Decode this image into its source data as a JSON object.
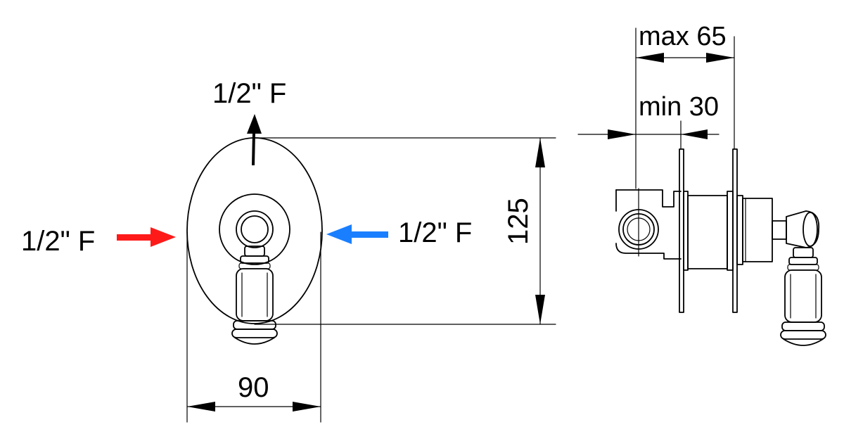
{
  "labels": {
    "outlet_top": "1/2\" F",
    "inlet_hot": "1/2\" F",
    "inlet_cold": "1/2\" F",
    "height_dim": "125",
    "width_dim": "90",
    "max_depth": "max 65",
    "min_depth": "min 30"
  },
  "colors": {
    "hot_arrow": "#ff1a1a",
    "cold_arrow": "#1a7fff",
    "outlet_arrow": "#000000",
    "line": "#000000"
  }
}
